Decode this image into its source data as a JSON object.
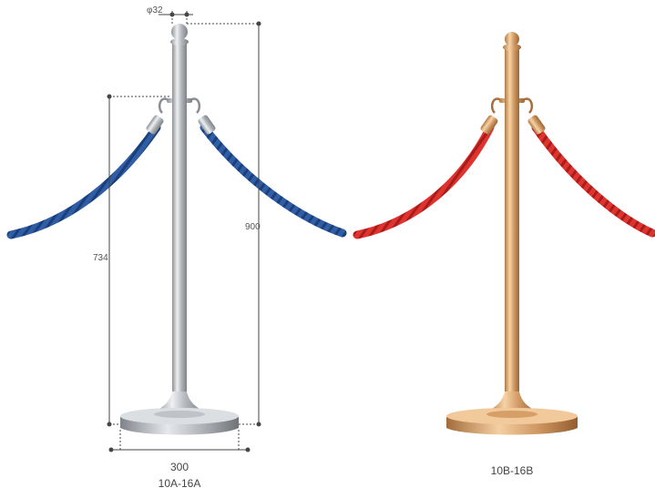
{
  "left_post": {
    "dim_diameter": "φ32",
    "dim_height_total": "900",
    "dim_height_hook": "734",
    "dim_base_width": "300",
    "model": "10A-16A",
    "finish_color": "#c9ccd0",
    "rope_color": "#2f5ea6"
  },
  "right_post": {
    "model": "10B-16B",
    "finish_color": "#d9a56c",
    "rope_color": "#d9302c"
  }
}
